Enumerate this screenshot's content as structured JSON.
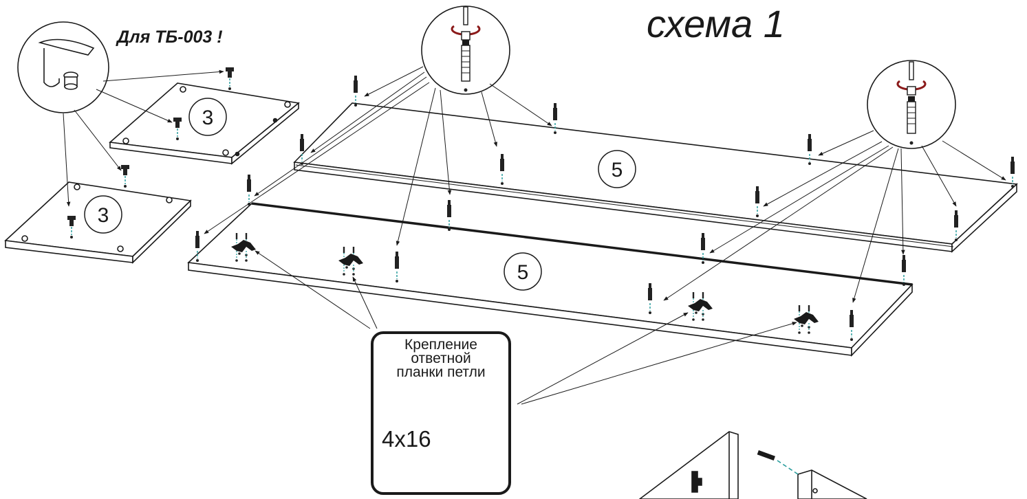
{
  "title": "схема 1",
  "note": "Для ТБ-003 !",
  "panels": [
    {
      "number": "3"
    },
    {
      "number": "3"
    },
    {
      "number": "5"
    },
    {
      "number": "5"
    }
  ],
  "callout": {
    "lines": [
      "Крепление",
      "ответной",
      "планки петли"
    ],
    "screw_size": "4x16"
  }
}
